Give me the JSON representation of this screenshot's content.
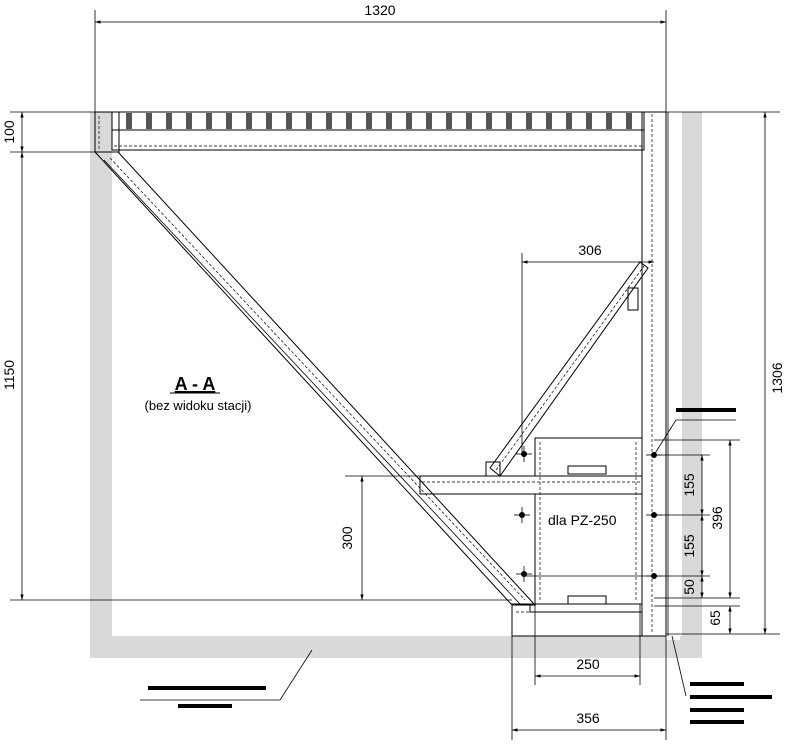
{
  "section": {
    "title": "A - A",
    "subtitle": "(bez widoku stacji)"
  },
  "dimensions": {
    "overall_width": "1320",
    "top_slab": "100",
    "left_height": "1150",
    "right_height": "1306",
    "upper_bracket": "306",
    "shelf_height": "300",
    "spacing_upper": "155",
    "spacing_lower": "155",
    "bottom_offset": "50",
    "total_spacing": "396",
    "base_offset": "65",
    "inner_width": "250",
    "outer_width": "356"
  },
  "labels": {
    "device": "dla PZ-250"
  },
  "colors": {
    "wall": "#d9d9d9",
    "line": "#000000"
  }
}
